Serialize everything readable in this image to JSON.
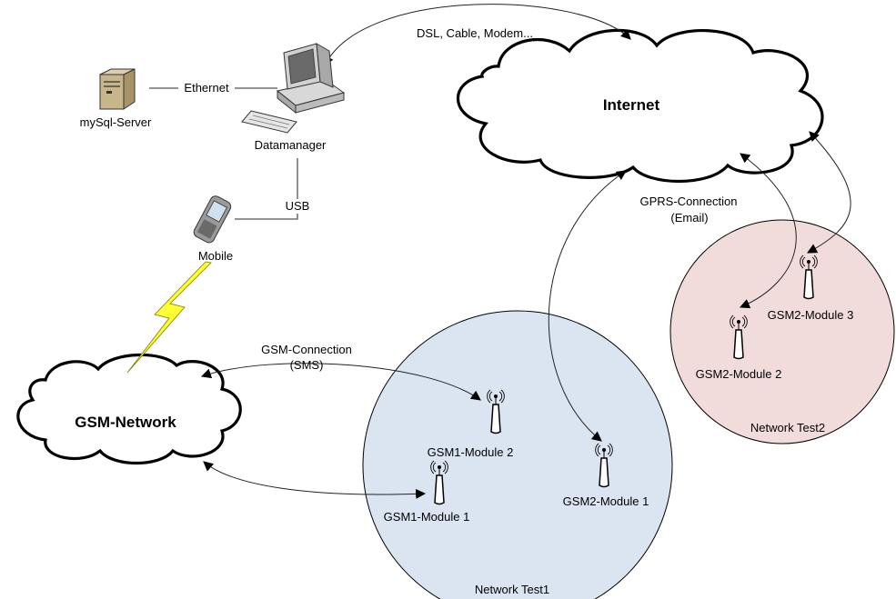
{
  "nodes": {
    "internet": "Internet",
    "gsm_network": "GSM-Network",
    "server": "mySql-Server",
    "datamanager": "Datamanager",
    "mobile": "Mobile",
    "gsm1_module_1": "GSM1-Module 1",
    "gsm1_module_2": "GSM1-Module 2",
    "gsm2_module_1": "GSM2-Module 1",
    "gsm2_module_2": "GSM2-Module 2",
    "gsm2_module_3": "GSM2-Module 3"
  },
  "connections": {
    "dsl": "DSL, Cable, Modem...",
    "ethernet": "Ethernet",
    "usb": "USB",
    "gprs_line1": "GPRS-Connection",
    "gprs_line2": "(Email)",
    "gsm_line1": "GSM-Connection",
    "gsm_line2": "(SMS)"
  },
  "groups": {
    "network_test1": "Network Test1",
    "network_test2": "Network Test2"
  },
  "colors": {
    "network_test1_fill": "#dbe5f1",
    "network_test2_fill": "#f2dcdb",
    "lightning": "#ffff33"
  }
}
